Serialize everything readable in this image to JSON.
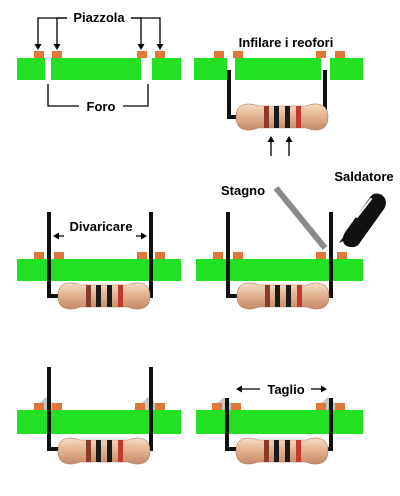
{
  "labels": {
    "pad": "Piazzola",
    "hole": "Foro",
    "insert_leads": "Infilare i reofori",
    "spread": "Divaricare",
    "solder_wire": "Stagno",
    "soldering_iron": "Saldatore",
    "cut": "Taglio"
  },
  "colors": {
    "board": "#22e022",
    "pad": "#e0763a",
    "lead": "#111111",
    "resistor_body": "#e6b896",
    "band_brown": "#8a3a2a",
    "band_black": "#1a1a1a",
    "band_red": "#c0392b",
    "solder_wire": "#8a8a8a",
    "solder_joint": "#c8c8c8"
  }
}
